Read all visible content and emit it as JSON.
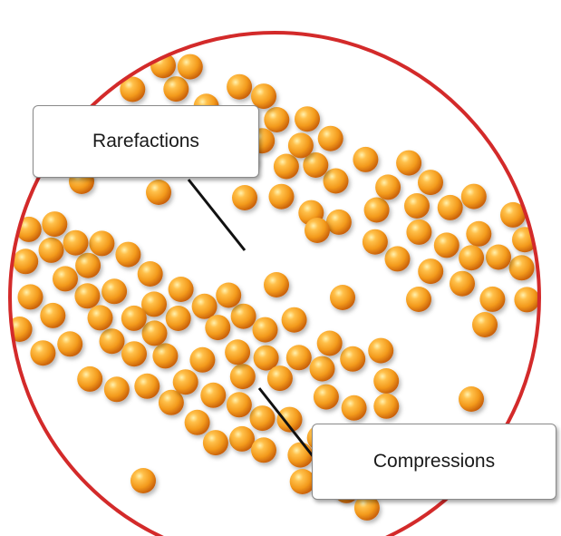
{
  "diagram": {
    "labels": {
      "rarefactions": "Rarefactions",
      "compressions": "Compressions"
    },
    "colors": {
      "circle_border": "#d32a2a",
      "particle_light": "#ffc04a",
      "particle_mid": "#f39a1c",
      "particle_dark": "#d9710e",
      "leader_line": "#111111"
    },
    "particle_icon": "orange-sphere"
  }
}
